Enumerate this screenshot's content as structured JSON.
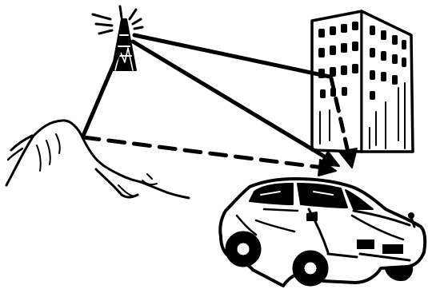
{
  "diagram": {
    "type": "multipath-radio-propagation",
    "nodes": [
      {
        "id": "tower",
        "icon": "radio-tower-icon"
      },
      {
        "id": "mountain",
        "icon": "mountain-icon"
      },
      {
        "id": "building",
        "icon": "building-icon"
      },
      {
        "id": "car",
        "icon": "car-icon"
      }
    ],
    "paths": [
      {
        "from": "tower",
        "to": "car",
        "style": "solid",
        "kind": "direct"
      },
      {
        "from": "tower",
        "to": "building",
        "style": "solid",
        "kind": "incident"
      },
      {
        "from": "building",
        "to": "car",
        "style": "dashed",
        "kind": "reflected"
      },
      {
        "from": "tower",
        "to": "mountain",
        "style": "solid",
        "kind": "incident"
      },
      {
        "from": "mountain",
        "to": "car",
        "style": "dashed",
        "kind": "reflected"
      }
    ],
    "colors": {
      "ink": "#000000",
      "background": "#ffffff"
    }
  }
}
